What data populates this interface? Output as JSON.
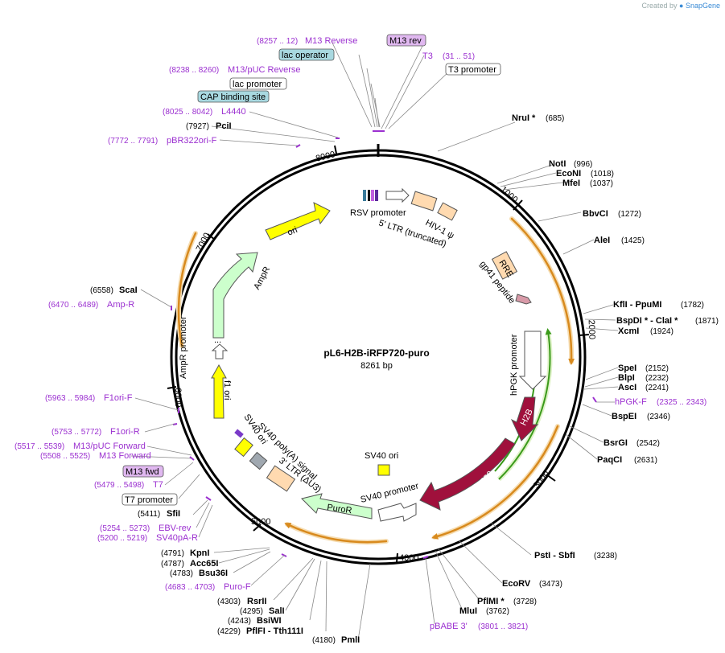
{
  "plasmid": {
    "name": "pL6-H2B-iRFP720-puro",
    "size": "8261 bp"
  },
  "watermark": {
    "prefix": "Created by",
    "brand": "SnapGene"
  },
  "ticks": [
    "1000",
    "2000",
    "3000",
    "4000",
    "5000",
    "6000",
    "7000",
    "8000"
  ],
  "enzymes_right": [
    {
      "name": "NruI *",
      "pos": "(685)"
    },
    {
      "name": "NotI",
      "pos": "(996)"
    },
    {
      "name": "EcoNI",
      "pos": "(1018)"
    },
    {
      "name": "MfeI",
      "pos": "(1037)"
    },
    {
      "name": "BbvCI",
      "pos": "(1272)"
    },
    {
      "name": "AleI",
      "pos": "(1425)"
    },
    {
      "name": "KflI  -  PpuMI",
      "pos": "(1782)"
    },
    {
      "name": "BspDI *  -  ClaI *",
      "pos": "(1871)"
    },
    {
      "name": "XcmI",
      "pos": "(1924)"
    },
    {
      "name": "SpeI",
      "pos": "(2152)"
    },
    {
      "name": "BlpI",
      "pos": "(2232)"
    },
    {
      "name": "AscI",
      "pos": "(2241)"
    },
    {
      "name": "BspEI",
      "pos": "(2346)"
    },
    {
      "name": "BsrGI",
      "pos": "(2542)"
    },
    {
      "name": "PaqCI",
      "pos": "(2631)"
    },
    {
      "name": "PstI  -  SbfI",
      "pos": "(3238)"
    },
    {
      "name": "EcoRV",
      "pos": "(3473)"
    },
    {
      "name": "PflMI *",
      "pos": "(3728)"
    },
    {
      "name": "MluI",
      "pos": "(3762)"
    }
  ],
  "enzymes_left": [
    {
      "name": "PciI",
      "pos": "(7927)"
    },
    {
      "name": "ScaI",
      "pos": "(6558)"
    },
    {
      "name": "SfiI",
      "pos": "(5411)"
    },
    {
      "name": "KpnI",
      "pos": "(4791)"
    },
    {
      "name": "Acc65I",
      "pos": "(4787)"
    },
    {
      "name": "Bsu36I",
      "pos": "(4783)"
    },
    {
      "name": "RsrII",
      "pos": "(4303)"
    },
    {
      "name": "SalI",
      "pos": "(4295)"
    },
    {
      "name": "BsiWI",
      "pos": "(4243)"
    },
    {
      "name": "PflFI  -  Tth111I",
      "pos": "(4229)"
    },
    {
      "name": "PmlI",
      "pos": "(4180)"
    }
  ],
  "primers": [
    {
      "name": "M13 Reverse",
      "pos": "(8257 .. 12)"
    },
    {
      "name": "T3",
      "pos": "(31 .. 51)"
    },
    {
      "name": "M13/pUC Reverse",
      "pos": "(8238 .. 8260)"
    },
    {
      "name": "L4440",
      "pos": "(8025 .. 8042)"
    },
    {
      "name": "pBR322ori-F",
      "pos": "(7772 .. 7791)"
    },
    {
      "name": "Amp-R",
      "pos": "(6470 .. 6489)"
    },
    {
      "name": "F1ori-F",
      "pos": "(5963 .. 5984)"
    },
    {
      "name": "F1ori-R",
      "pos": "(5753 .. 5772)"
    },
    {
      "name": "M13/pUC Forward",
      "pos": "(5517 .. 5539)"
    },
    {
      "name": "M13 Forward",
      "pos": "(5508 .. 5525)"
    },
    {
      "name": "T7",
      "pos": "(5479 .. 5498)"
    },
    {
      "name": "EBV-rev",
      "pos": "(5254 .. 5273)"
    },
    {
      "name": "SV40pA-R",
      "pos": "(5200 .. 5219)"
    },
    {
      "name": "Puro-F",
      "pos": "(4683 .. 4703)"
    },
    {
      "name": "hPGK-F",
      "pos": "(2325 .. 2343)"
    },
    {
      "name": "pBABE 3'",
      "pos": "(3801 .. 3821)"
    }
  ],
  "boxed_features": [
    {
      "name": "M13 rev",
      "style": "purple"
    },
    {
      "name": "lac operator",
      "style": "teal"
    },
    {
      "name": "lac promoter",
      "style": "white"
    },
    {
      "name": "CAP binding site",
      "style": "teal"
    },
    {
      "name": "T3 promoter",
      "style": "white"
    },
    {
      "name": "M13 fwd",
      "style": "purple"
    },
    {
      "name": "T7 promoter",
      "style": "white"
    }
  ],
  "features": {
    "rsv": "RSV promoter",
    "ltr5a": "5' LTR (truncated)",
    "hiv": "HIV-1 ψ",
    "rre": "RRE",
    "gp41": "gp41 peptide",
    "hpgk": "hPGK promoter",
    "h2b": "H2B",
    "irfp": "iRFP720",
    "sv40prom": "SV40 promoter",
    "sv40ori_inner": "SV40 ori",
    "puror": "PuroR",
    "ltr3": "3' LTR (ΔU3)",
    "sv40pa": "SV40 poly(A) signal",
    "sv40ori_left": "SV40 ori",
    "f1ori": "f1 ori",
    "amprprom": "AmpR promoter",
    "ampr": "AmpR",
    "ori": "ori",
    "dots": "..."
  },
  "colors": {
    "primer": "#9b30d0",
    "orange_arc": "#d88a1e",
    "yellow": "#ffff00",
    "light_green": "#ccffcc",
    "crimson": "#a0103c",
    "peach": "#ffdab0",
    "teal_box": "#a8d8e0",
    "purple_box": "#e0b8f0"
  }
}
